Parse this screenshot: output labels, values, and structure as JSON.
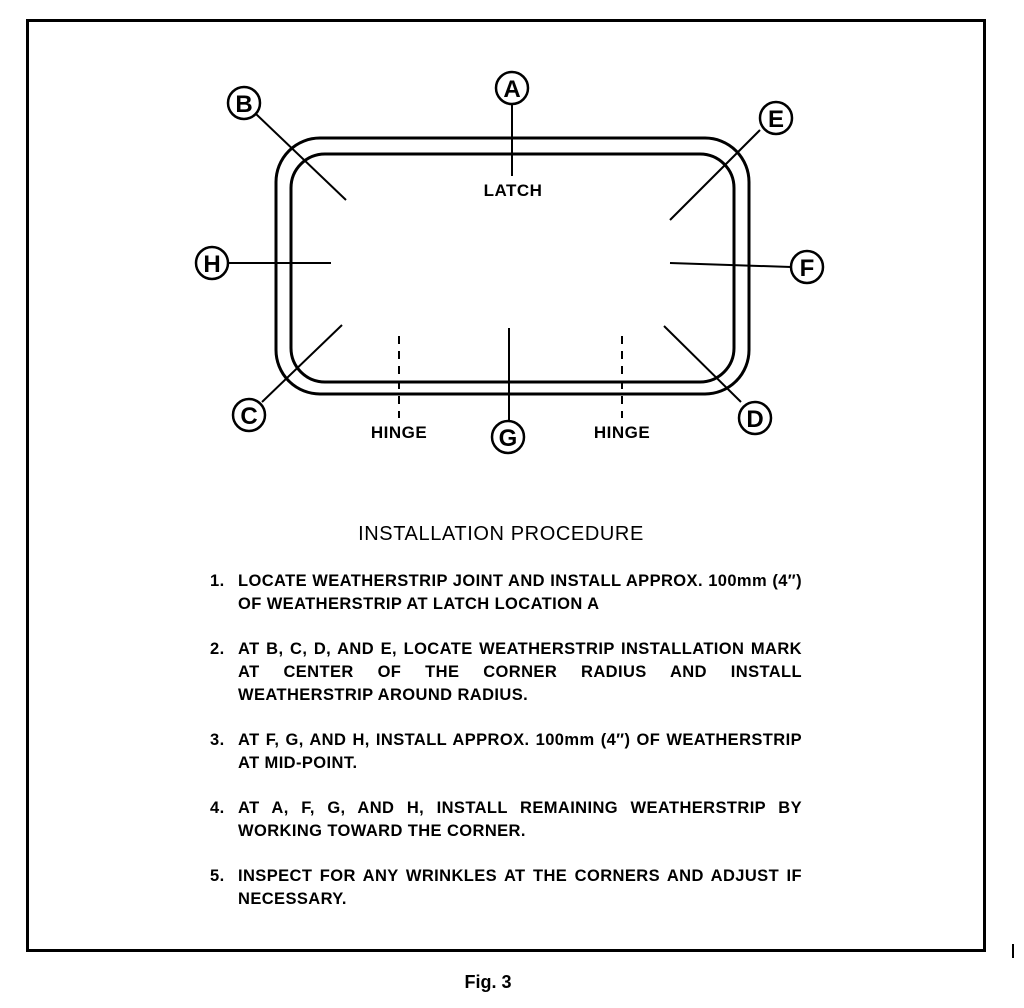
{
  "diagram": {
    "callouts": [
      {
        "id": "A",
        "label": "A"
      },
      {
        "id": "B",
        "label": "B"
      },
      {
        "id": "C",
        "label": "C"
      },
      {
        "id": "D",
        "label": "D"
      },
      {
        "id": "E",
        "label": "E"
      },
      {
        "id": "F",
        "label": "F"
      },
      {
        "id": "G",
        "label": "G"
      },
      {
        "id": "H",
        "label": "H"
      }
    ],
    "labels": {
      "latch": "LATCH",
      "hinge_left": "HINGE",
      "hinge_right": "HINGE"
    }
  },
  "procedure": {
    "title": "INSTALLATION PROCEDURE",
    "steps": [
      {
        "num": "1.",
        "text": "LOCATE WEATHERSTRIP JOINT AND INSTALL APPROX. 100mm (4″) OF WEATHERSTRIP AT LATCH LOCATION A"
      },
      {
        "num": "2.",
        "text": "AT B, C, D, AND E, LOCATE WEATHERSTRIP INSTALLATION MARK AT CENTER OF THE CORNER RADIUS AND INSTALL WEATHERSTRIP AROUND RADIUS."
      },
      {
        "num": "3.",
        "text": "AT F, G, AND H, INSTALL APPROX. 100mm (4″) OF WEATHERSTRIP AT MID-POINT."
      },
      {
        "num": "4.",
        "text": "AT A, F, G, AND H, INSTALL REMAINING WEATHERSTRIP BY WORKING TOWARD THE CORNER."
      },
      {
        "num": "5.",
        "text": "INSPECT FOR ANY WRINKLES AT THE CORNERS AND ADJUST IF NECESSARY."
      }
    ]
  },
  "caption": "Fig. 3"
}
